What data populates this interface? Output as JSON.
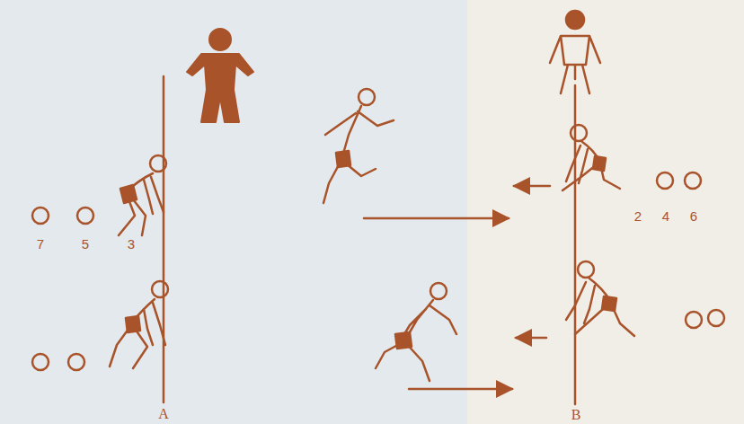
{
  "diagram": {
    "labels": [
      "7",
      "5",
      "3",
      "2",
      "4",
      "6",
      "A",
      "B"
    ]
  }
}
